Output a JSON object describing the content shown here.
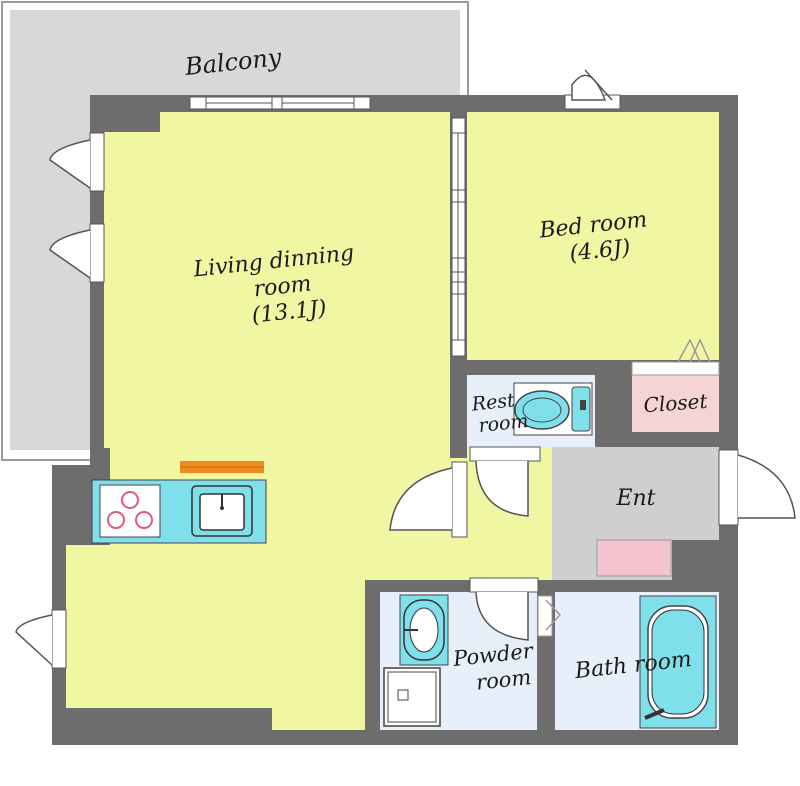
{
  "rooms": {
    "balcony": "Balcony",
    "living_line1": "Living dinning",
    "living_line2": "room",
    "living_size": "(13.1J)",
    "bedroom": "Bed room",
    "bedroom_size": "(4.6J)",
    "rest_line1": "Rest",
    "rest_line2": "room",
    "closet": "Closet",
    "entrance": "Ent",
    "powder_line1": "Powder",
    "powder_line2": "room",
    "bath": "Bath room"
  },
  "colors": {
    "wall": "#6d6d6d",
    "balcony": "#d8d8d8",
    "living": "#f1f6a3",
    "bedroom": "#f1f6a3",
    "wet_rooms": "#e7effa",
    "closet": "#f6d4d4",
    "entrance": "#cfcfcf",
    "fixture": "#7fe0ec",
    "shoe_box": "#f3c3cf",
    "counter_top": "#f08a1e"
  }
}
